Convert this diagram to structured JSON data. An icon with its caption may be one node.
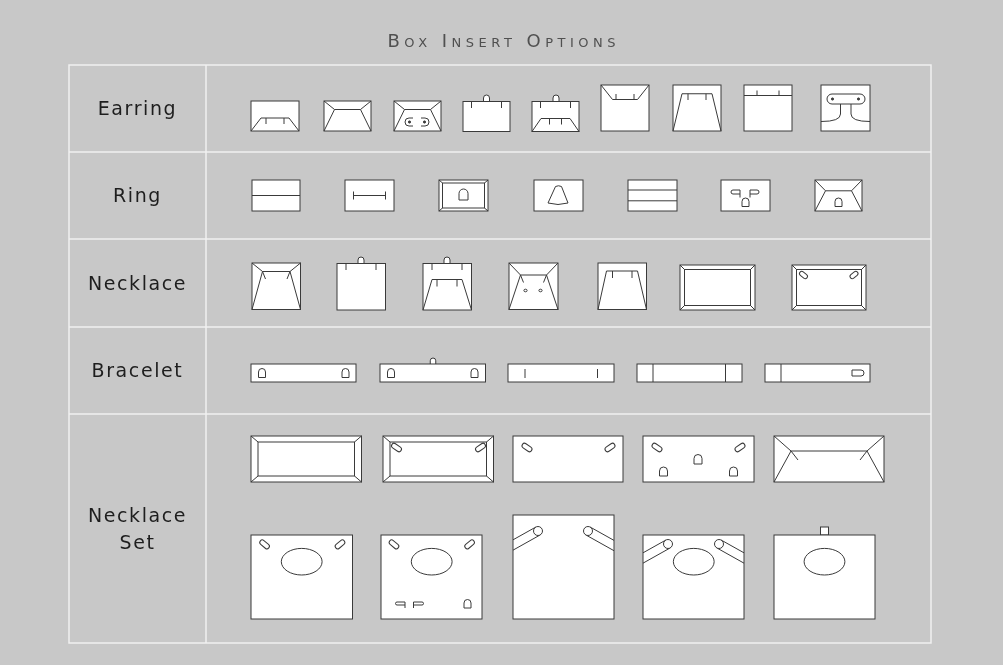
{
  "diagram": {
    "title": "Box Insert Options",
    "labels": [
      "Earring",
      "Ring",
      "Necklace",
      "Bracelet",
      "Necklace Set"
    ]
  }
}
